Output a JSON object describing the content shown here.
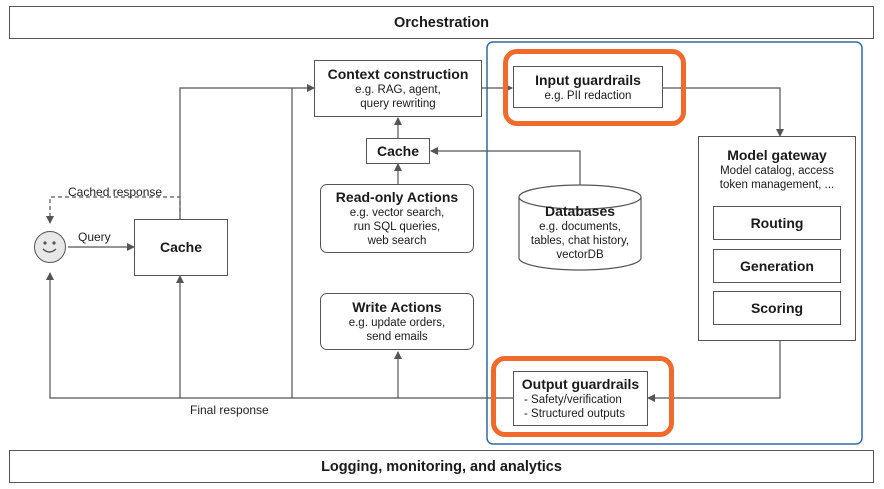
{
  "orchestration": {
    "label": "Orchestration"
  },
  "logging": {
    "label": "Logging, monitoring, and analytics"
  },
  "context_construction": {
    "title": "Context construction",
    "line1": "e.g. RAG, agent,",
    "line2": "query rewriting"
  },
  "cache_small": {
    "title": "Cache"
  },
  "cache_main": {
    "title": "Cache"
  },
  "read_only_actions": {
    "title": "Read-only Actions",
    "line1": "e.g. vector search,",
    "line2": "run SQL queries,",
    "line3": "web search"
  },
  "write_actions": {
    "title": "Write Actions",
    "line1": "e.g. update orders,",
    "line2": "send emails"
  },
  "databases": {
    "title": "Databases",
    "line1": "e.g. documents,",
    "line2": "tables, chat history,",
    "line3": "vectorDB"
  },
  "input_guardrails": {
    "title": "Input guardrails",
    "line1": "e.g. PII redaction"
  },
  "output_guardrails": {
    "title": "Output guardrails",
    "line1": "- Safety/verification",
    "line2": "- Structured outputs"
  },
  "model_gateway": {
    "title": "Model gateway",
    "line1": "Model catalog, access",
    "line2": "token management, ...",
    "routing": "Routing",
    "generation": "Generation",
    "scoring": "Scoring"
  },
  "edges": {
    "query": "Query",
    "cached_response": "Cached response",
    "final_response": "Final response"
  },
  "colors": {
    "highlight": "#f26a2b",
    "model_region": "#2e6ca6",
    "line": "#555555",
    "face": "#e8e8e8"
  },
  "icons": {
    "user": "smiley-face-icon"
  }
}
